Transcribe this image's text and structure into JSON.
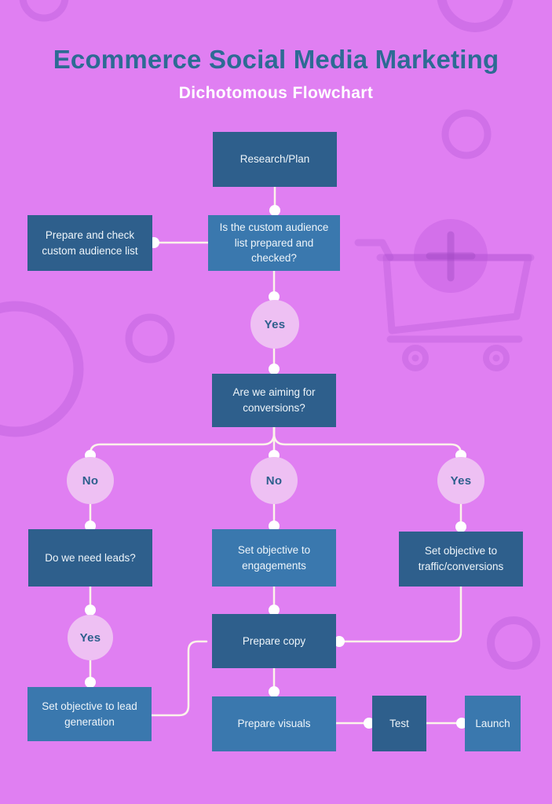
{
  "header": {
    "title": "Ecommerce Social Media Marketing",
    "subtitle": "Dichotomous Flowchart"
  },
  "nodes": {
    "research_plan": {
      "label": "Research/Plan"
    },
    "audience_question": {
      "label": "Is the custom audience list prepared and checked?"
    },
    "prepare_check": {
      "label": "Prepare and check custom audience list"
    },
    "decision_yes_1": {
      "label": "Yes"
    },
    "aiming_question": {
      "label": "Are we aiming for conversions?"
    },
    "decision_no_left": {
      "label": "No"
    },
    "decision_no_center": {
      "label": "No"
    },
    "decision_yes_right": {
      "label": "Yes"
    },
    "leads_question": {
      "label": "Do we need leads?"
    },
    "objective_engagements": {
      "label": "Set objective to engagements"
    },
    "objective_traffic": {
      "label": "Set objective to traffic/conversions"
    },
    "decision_yes_2": {
      "label": "Yes"
    },
    "prepare_copy": {
      "label": "Prepare copy"
    },
    "objective_lead_generation": {
      "label": "Set objective to lead generation"
    },
    "prepare_visuals": {
      "label": "Prepare visuals"
    },
    "test": {
      "label": "Test"
    },
    "launch": {
      "label": "Launch"
    }
  },
  "edges": [
    "research_plan -> audience_question",
    "audience_question -> prepare_check",
    "audience_question -> decision_yes_1",
    "decision_yes_1 -> aiming_question",
    "aiming_question -> decision_no_left",
    "aiming_question -> decision_no_center",
    "aiming_question -> decision_yes_right",
    "decision_no_left -> leads_question",
    "decision_no_center -> objective_engagements",
    "decision_yes_right -> objective_traffic",
    "leads_question -> decision_yes_2",
    "decision_yes_2 -> objective_lead_generation",
    "objective_lead_generation -> prepare_copy",
    "objective_engagements -> prepare_copy",
    "objective_traffic -> prepare_copy",
    "prepare_copy -> prepare_visuals",
    "prepare_visuals -> test",
    "test -> launch"
  ],
  "colors": {
    "background": "#e07ff2",
    "box_dark": "#2e5f8c",
    "box_light": "#3a78ae",
    "decision_fill": "#eec0f3",
    "decision_text": "#2d5f8c",
    "box_text": "#eef5fa",
    "connector_line": "#fbf4ea",
    "connector_dot": "#ffffff",
    "title_text": "#2d6b94",
    "subtitle_text": "#ffffff",
    "decoration": "#ad4ecf"
  },
  "decorations": [
    "cart-plus-watermark-icon",
    "ring-decoration-top-left",
    "ring-decoration-top-right",
    "ring-decoration-upper-right",
    "ring-decoration-mid-left-small",
    "ring-decoration-mid-left-large",
    "ring-decoration-bottom-right"
  ]
}
